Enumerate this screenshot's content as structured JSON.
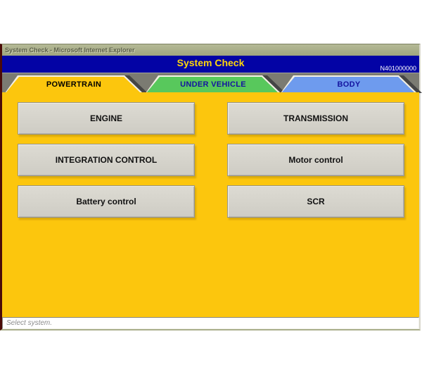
{
  "window": {
    "title": "System Check - Microsoft Internet Explorer"
  },
  "header": {
    "title": "System Check",
    "code": "N401000000",
    "background_color": "#0303a5",
    "title_color": "#ffd60a",
    "code_color": "#ffffff"
  },
  "tabs": [
    {
      "label": "POWERTRAIN",
      "color": "#fcc60d",
      "text_color": "#000000",
      "active": true
    },
    {
      "label": "UNDER VEHICLE",
      "color": "#58c85c",
      "text_color": "#1414a0",
      "active": false
    },
    {
      "label": "BODY",
      "color": "#6e9bee",
      "text_color": "#1414a0",
      "active": false
    }
  ],
  "buttons": [
    {
      "label": "ENGINE"
    },
    {
      "label": "TRANSMISSION"
    },
    {
      "label": "INTEGRATION CONTROL"
    },
    {
      "label": "Motor control"
    },
    {
      "label": "Battery control"
    },
    {
      "label": "SCR"
    }
  ],
  "status": {
    "message": "Select system."
  },
  "colors": {
    "content_background": "#fcc60d",
    "tabstrip_background": "#7b7b72",
    "titlebar_background": "#aab08c",
    "button_background": "#d5d3cb",
    "window_left_border": "#4b0b08"
  }
}
